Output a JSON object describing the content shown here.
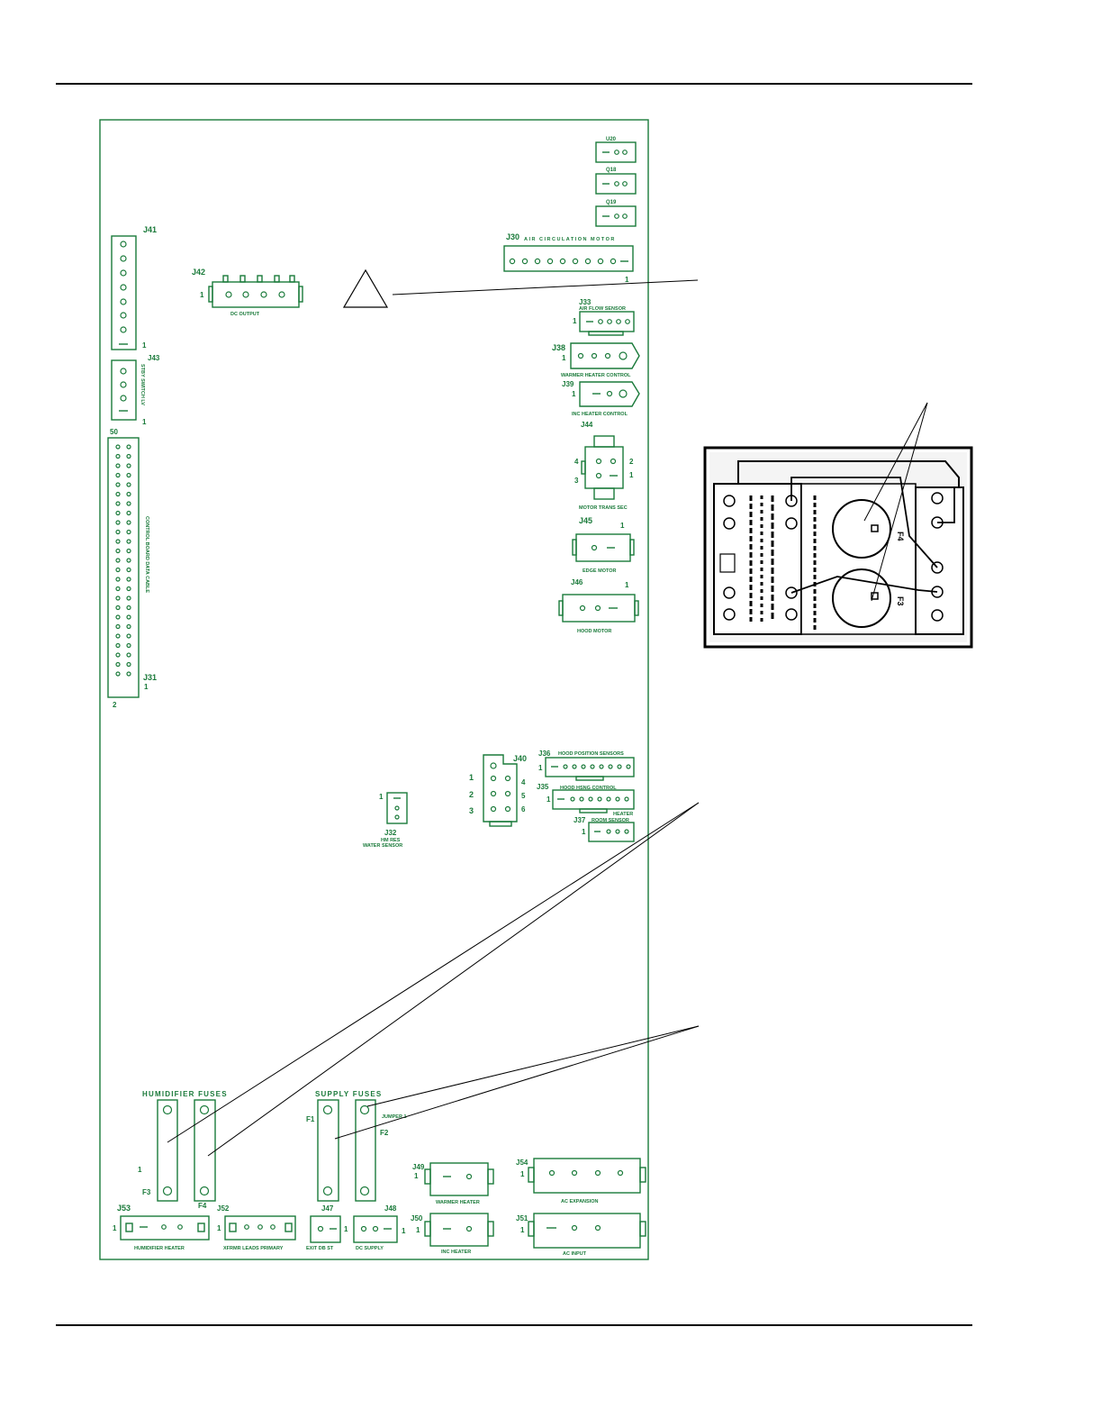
{
  "colors": {
    "pcb": "#1a7a3a",
    "rule": "#000000",
    "leader": "#000000"
  },
  "top_labels": {
    "u20": "U20",
    "q18": "Q18",
    "q19": "Q19"
  },
  "connectors": {
    "j41": "J41",
    "j42": "J42",
    "j42_caption": "DC OUTPUT",
    "j43": "J43",
    "j43_caption": "STBY SWITCH LV",
    "j30": "J30",
    "j30_caption": "AIR CIRCULATION MOTOR",
    "j33": "J33",
    "j33_caption": "AIR FLOW SENSOR",
    "j38": "J38",
    "j38_caption": "WARMER HEATER CONTROL",
    "j39": "J39",
    "j39_caption": "INC HEATER CONTROL",
    "j44": "J44",
    "j44_caption": "MOTOR TRANS SEC",
    "j45": "J45",
    "j45_caption": "EDGE MOTOR",
    "j46": "J46",
    "j46_caption": "HOOD MOTOR",
    "j31": "J31",
    "j31_caption": "CONTROL BOARD DATA CABLE",
    "j36": "J36",
    "j36_caption": "HOOD POSITION SENSORS",
    "j35": "J35",
    "j35_caption": "HOOD HSNG CONTROL",
    "j37": "J37",
    "j37_caption": "ROOM SENSOR",
    "heater": "HEATER",
    "j40": "J40",
    "j32": "J32",
    "j32_caption1": "HM RES",
    "j32_caption2": "WATER SENSOR",
    "j49": "J49",
    "j49_caption": "WARMER HEATER",
    "j50": "J50",
    "j50_caption": "INC HEATER",
    "j54": "J54",
    "j54_caption": "AC EXPANSION",
    "j51": "J51",
    "j51_caption": "AC INPUT",
    "j53": "J53",
    "j53_caption": "HUMIDIFIER HEATER",
    "j52": "J52",
    "j52_caption": "XFRMR LEADS PRIMARY",
    "j47": "J47",
    "j47_caption": "EXIT DB ST",
    "j48": "J48",
    "j48_caption": "DC SUPPLY"
  },
  "fuses": {
    "humidifier_title": "HUMIDIFIER FUSES",
    "supply_title": "SUPPLY FUSES",
    "f1": "F1",
    "f2": "F2",
    "f3": "F3",
    "f4": "F4",
    "jumper": "JUMPER 1"
  },
  "pin_labels": {
    "one": "1",
    "two": "2",
    "three": "3",
    "four": "4",
    "five": "5",
    "six": "6",
    "fifty": "50"
  },
  "inset": {
    "fuse_a": "F4",
    "fuse_b": "F3"
  }
}
